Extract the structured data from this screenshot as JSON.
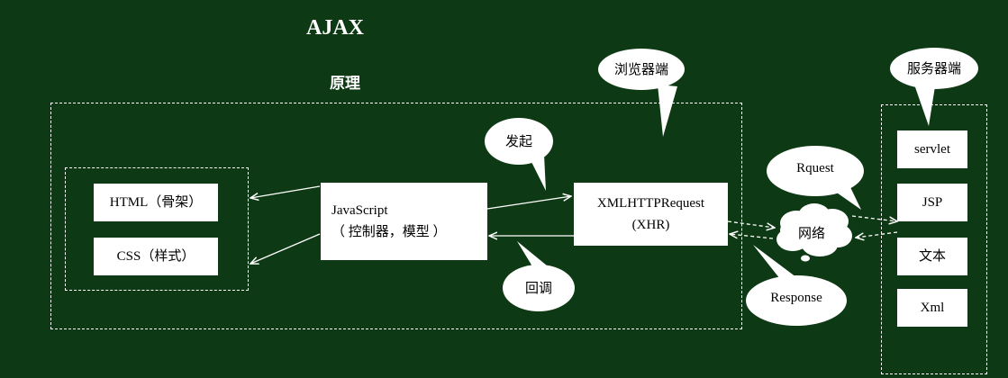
{
  "title": "AJAX",
  "subtitle": "原理",
  "browser_side": {
    "label": "浏览器端",
    "structure_boxes": [
      "HTML（骨架）",
      "CSS（样式）"
    ],
    "javascript": {
      "line1": "JavaScript",
      "line2": "（ 控制器，模型 ）"
    },
    "xhr": {
      "line1": "XMLHTTPRequest",
      "line2": "(XHR)"
    },
    "initiate_label": "发起",
    "callback_label": "回调"
  },
  "network": {
    "label": "网络",
    "request_label": "Rquest",
    "response_label": "Response"
  },
  "server_side": {
    "label": "服务器端",
    "items": [
      "servlet",
      "JSP",
      "文本",
      "Xml"
    ]
  }
}
